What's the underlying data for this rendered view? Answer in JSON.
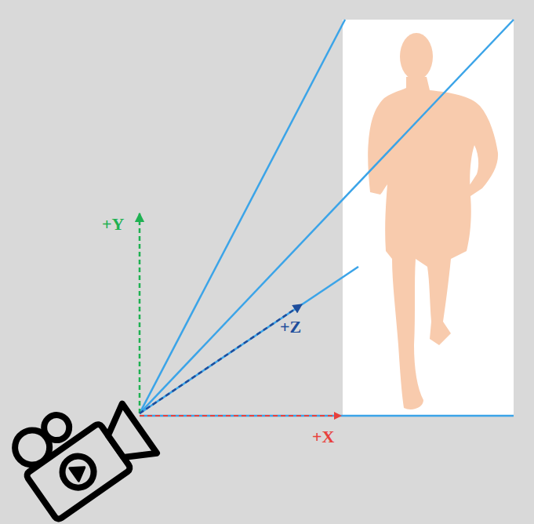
{
  "diagram": {
    "labels": [
      "+Y",
      "+Z",
      "+X"
    ]
  }
}
